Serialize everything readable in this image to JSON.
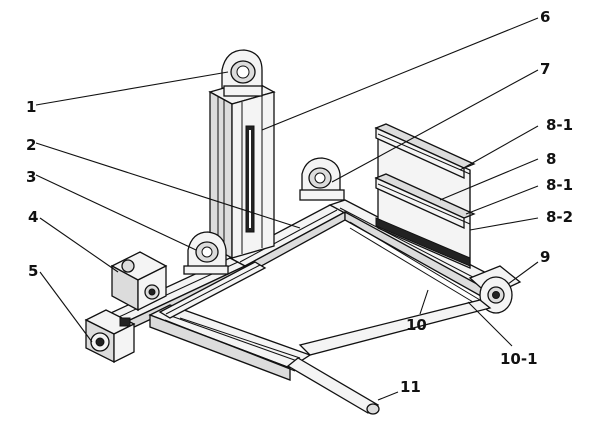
{
  "callouts": [
    {
      "id": "c1",
      "text": "1"
    },
    {
      "id": "c2",
      "text": "2"
    },
    {
      "id": "c3",
      "text": "3"
    },
    {
      "id": "c4",
      "text": "4"
    },
    {
      "id": "c5",
      "text": "5"
    },
    {
      "id": "c6",
      "text": "6"
    },
    {
      "id": "c7",
      "text": "7"
    },
    {
      "id": "c8_1a",
      "text": "8-1"
    },
    {
      "id": "c8",
      "text": "8"
    },
    {
      "id": "c8_1b",
      "text": "8-1"
    },
    {
      "id": "c8_2",
      "text": "8-2"
    },
    {
      "id": "c9",
      "text": "9"
    },
    {
      "id": "c10",
      "text": "10"
    },
    {
      "id": "c10_1",
      "text": "10-1"
    },
    {
      "id": "c11",
      "text": "11"
    }
  ]
}
